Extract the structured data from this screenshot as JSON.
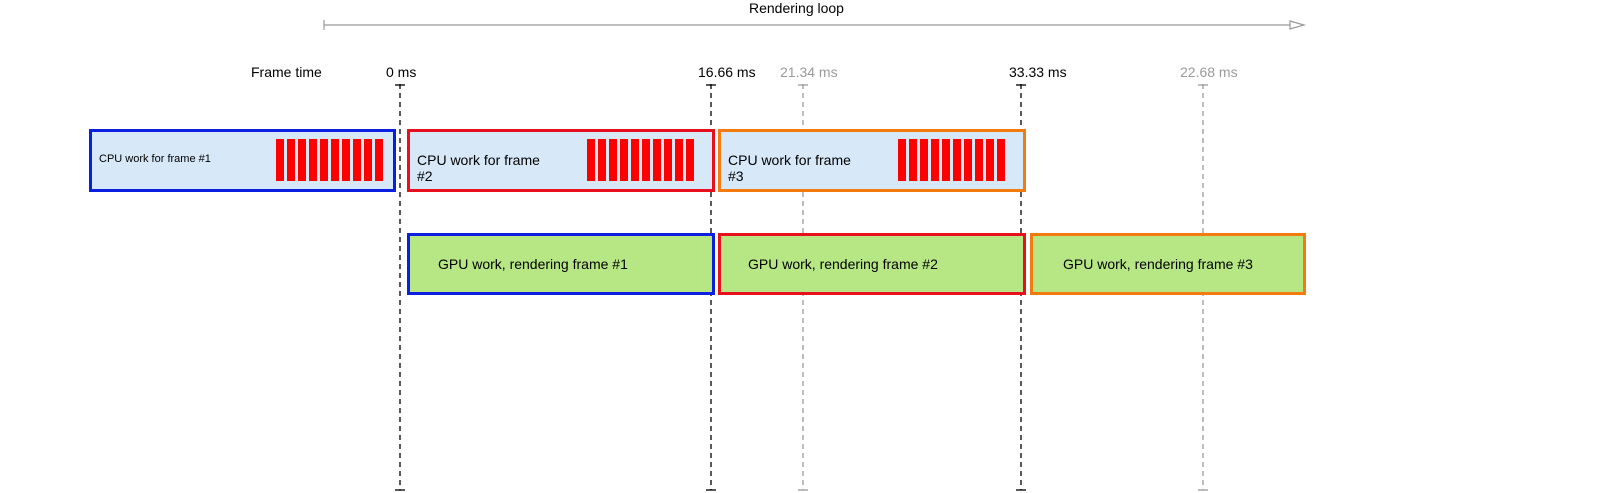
{
  "title": "Rendering loop",
  "frame_time_label": "Frame time",
  "ticks": [
    {
      "label": "0 ms",
      "style": "main"
    },
    {
      "label": "16.66 ms",
      "style": "main"
    },
    {
      "label": "21.34 ms",
      "style": "faded"
    },
    {
      "label": "33.33 ms",
      "style": "main"
    },
    {
      "label": "22.68 ms",
      "style": "faded"
    }
  ],
  "cpu_blocks": [
    {
      "label": "CPU work for frame #1",
      "border_color": "#0a1fe0",
      "bar_count": 10
    },
    {
      "label": "CPU work for frame #2",
      "border_color": "#e8101e",
      "bar_count": 10
    },
    {
      "label": "CPU work for frame #3",
      "border_color": "#f27c10",
      "bar_count": 10
    }
  ],
  "gpu_blocks": [
    {
      "label": "GPU work, rendering frame #1",
      "border_color": "#0a1fe0"
    },
    {
      "label": "GPU work, rendering frame #2",
      "border_color": "#e8101e"
    },
    {
      "label": "GPU work, rendering frame #3",
      "border_color": "#f27c10"
    }
  ],
  "colors": {
    "cpu_fill": "#d7e8f8",
    "gpu_fill": "#b7e785",
    "work_bar": "#fe0000",
    "faded_line": "#9a9a9a"
  }
}
